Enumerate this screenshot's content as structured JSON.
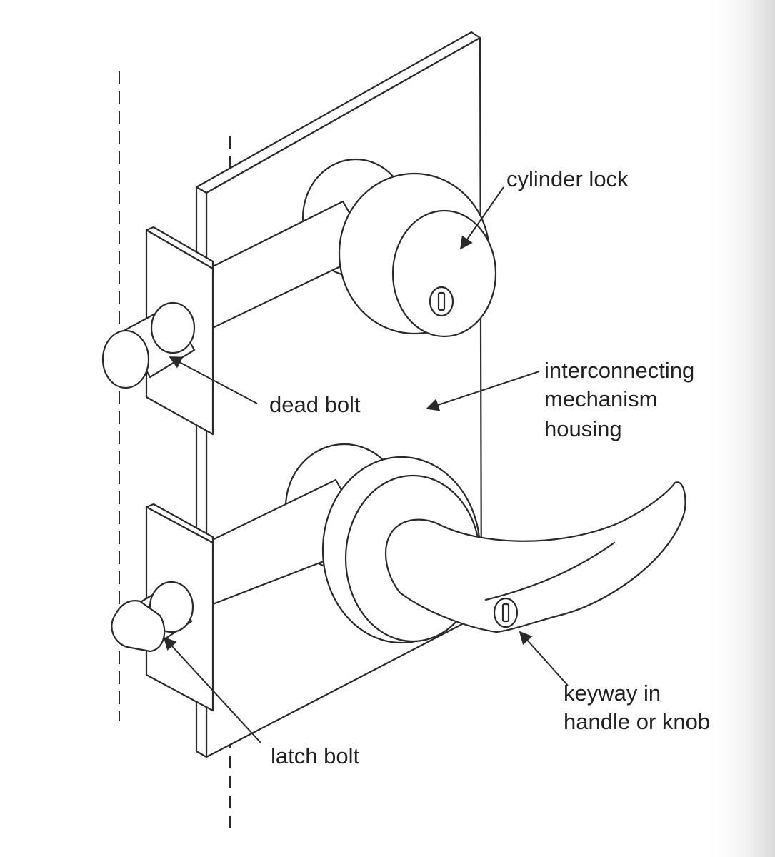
{
  "labels": {
    "cylinder_lock": "cylinder lock",
    "interconnecting": "interconnecting",
    "mechanism": "mechanism",
    "housing": "housing",
    "dead_bolt": "dead bolt",
    "keyway_line1": "keyway in",
    "keyway_line2": "handle or knob",
    "latch_bolt": "latch bolt"
  },
  "symbols": {
    "keyway_mark": "keyhole-icon"
  },
  "colors": {
    "ink": "#2a2a2a",
    "paper": "#ffffff",
    "shadow_edge": "#cfcfcf"
  }
}
